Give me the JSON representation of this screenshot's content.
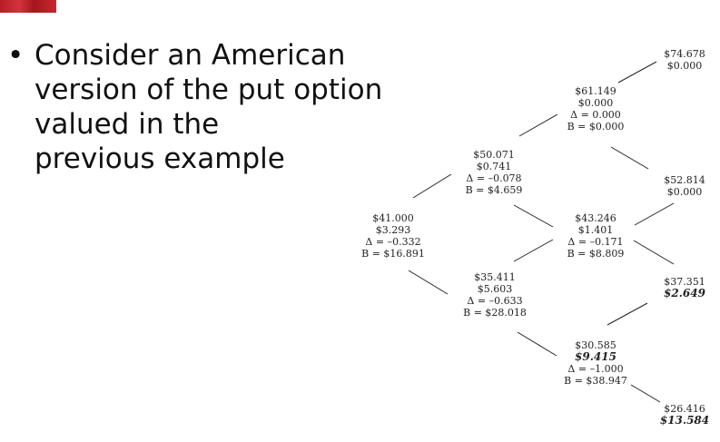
{
  "slide": {
    "bullet_char": "•",
    "bullet_lines": [
      "Consider an American",
      "version of the put option",
      "valued in the",
      "previous example"
    ]
  },
  "tree": {
    "nodes": [
      {
        "id": "n0",
        "lines": [
          "$41.000",
          "$3.293",
          "Δ = –0.332",
          "B = $16.891"
        ],
        "bold": []
      },
      {
        "id": "n1u",
        "lines": [
          "$50.071",
          "$0.741",
          "Δ = –0.078",
          "B = $4.659"
        ],
        "bold": []
      },
      {
        "id": "n1d",
        "lines": [
          "$35.411",
          "$5.603",
          "Δ = –0.633",
          "B = $28.018"
        ],
        "bold": []
      },
      {
        "id": "n2uu",
        "lines": [
          "$61.149",
          "$0.000",
          "Δ = 0.000",
          "B = $0.000"
        ],
        "bold": []
      },
      {
        "id": "n2ud",
        "lines": [
          "$43.246",
          "$1.401",
          "Δ = –0.171",
          "B = $8.809"
        ],
        "bold": []
      },
      {
        "id": "n2dd",
        "lines": [
          "$30.585",
          "$9.415",
          "Δ = –1.000",
          "B = $38.947"
        ],
        "bold": [
          1
        ]
      },
      {
        "id": "n3uuu",
        "lines": [
          "$74.678",
          "$0.000"
        ],
        "bold": []
      },
      {
        "id": "n3uud",
        "lines": [
          "$52.814",
          "$0.000"
        ],
        "bold": []
      },
      {
        "id": "n3udd",
        "lines": [
          "$37.351",
          "$2.649"
        ],
        "bold": [
          1
        ]
      },
      {
        "id": "n3ddd",
        "lines": [
          "$26.416",
          "$13.584"
        ],
        "bold": [
          1
        ]
      }
    ]
  }
}
